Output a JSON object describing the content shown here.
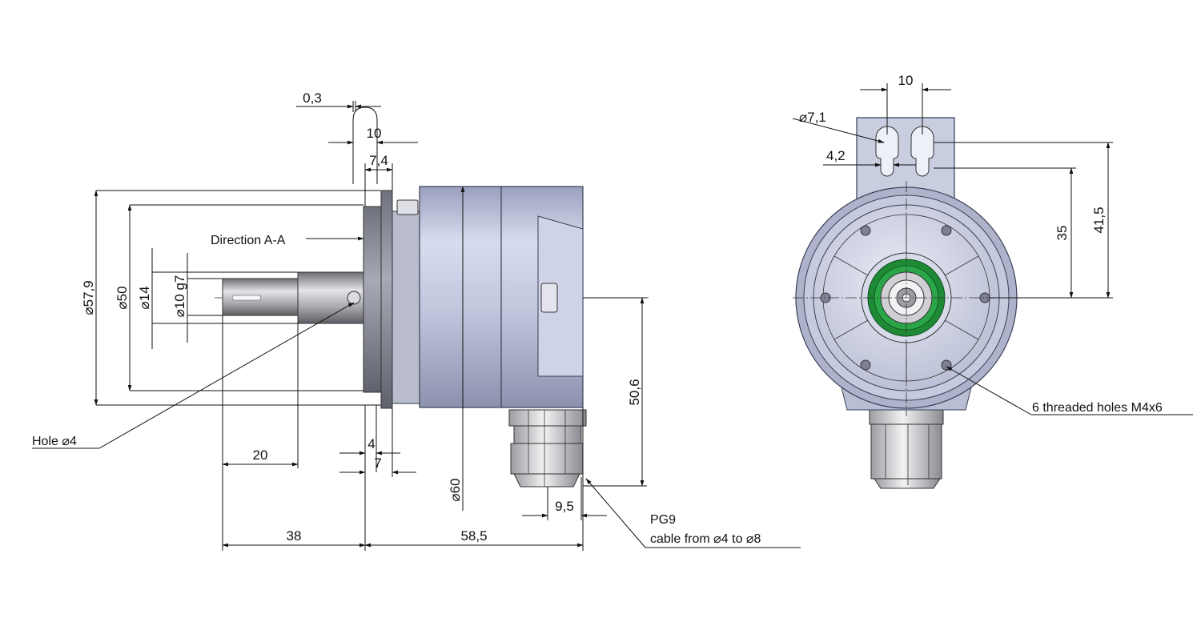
{
  "side_view": {
    "dims": {
      "d579": "⌀57,9",
      "d50": "⌀50",
      "d14": "⌀14",
      "d10g7": "⌀10 g7",
      "d60": "⌀60",
      "l38": "38",
      "l585": "58,5",
      "l20": "20",
      "l4": "4",
      "l7": "7",
      "l74": "7,4",
      "l10": "10",
      "l03": "0,3",
      "l506": "50,6",
      "l95": "9,5"
    },
    "labels": {
      "direction": "Direction A-A",
      "hole": "Hole ⌀4",
      "pg9": "PG9",
      "cable": "cable from ⌀4 to ⌀8"
    }
  },
  "front_view": {
    "dims": {
      "w10": "10",
      "d71": "⌀7,1",
      "w42": "4,2",
      "h35": "35",
      "h415": "41,5"
    },
    "labels": {
      "holes": "6 threaded holes M4x6"
    }
  },
  "colors": {
    "housing": "#b9bfd8",
    "flange": "#8a8d99",
    "shaft": "#9a9aa0",
    "connector_green": "#1f8a36",
    "gland": "#c9c9cc"
  }
}
